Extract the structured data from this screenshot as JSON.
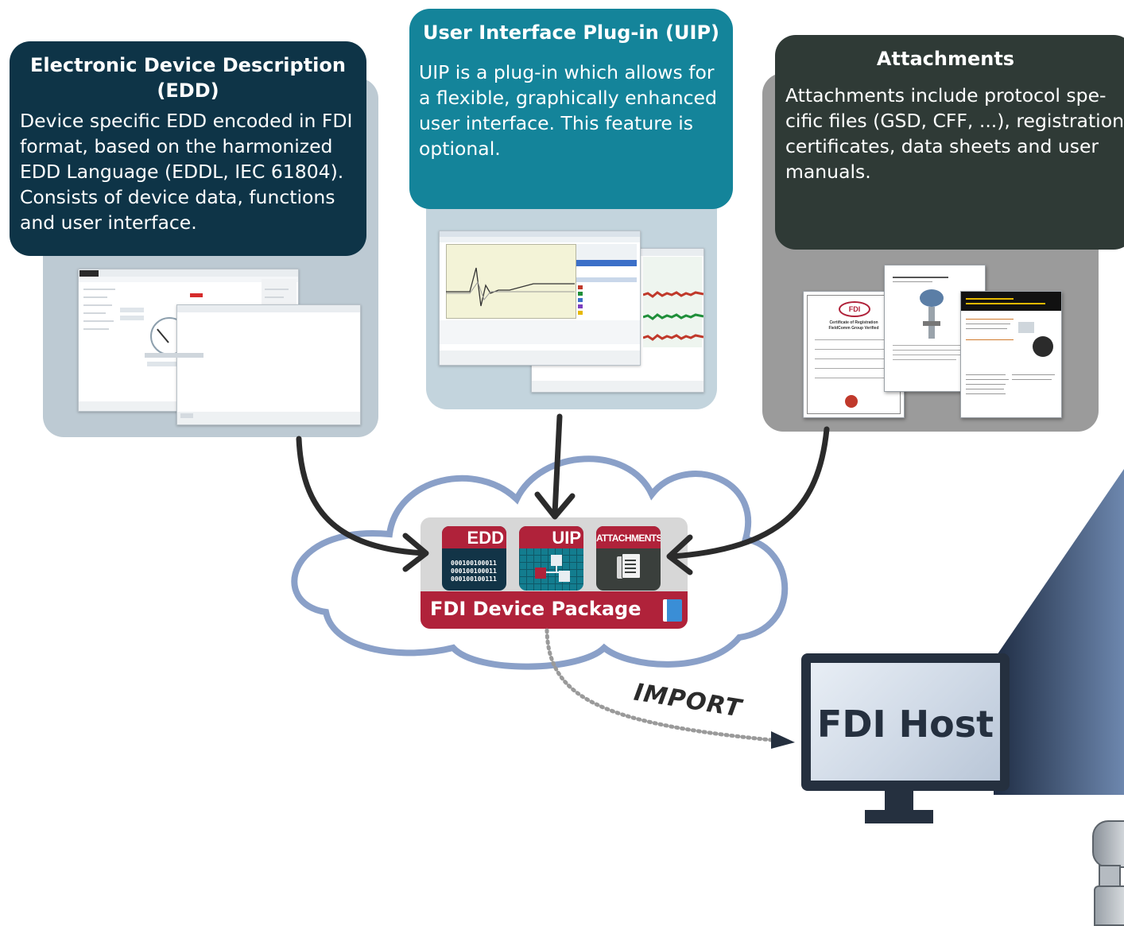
{
  "edd_box": {
    "title": "Electronic Device Description (EDD)",
    "body": "Device specific EDD encoded in FDI format, based on the harmonized EDD Language (EDDL, IEC 61804). Consists of device data, functions and user interface."
  },
  "uip_box": {
    "title": "User Interface Plug-in (UIP)",
    "body": "UIP is a plug-in which allows for a flexible, graphically enhanced user interface. This feature is optional."
  },
  "attachments_box": {
    "title": "Attachments",
    "body": "Attachments include protocol spe-cific files (GSD, CFF, ...), registration certificates, data sheets and user manuals."
  },
  "package": {
    "label": "FDI Device Package",
    "edd_tile": "EDD",
    "edd_bits": [
      "000100100011",
      "000100100011",
      "000100100111"
    ],
    "uip_tile": "UIP",
    "attachments_tile": "ATTACHMENTS"
  },
  "certificate": {
    "logo": "FDI",
    "line1": "Certificate of Registration",
    "line2": "FieldComm Group Verified"
  },
  "import_label": "IMPORT",
  "host_label": "FDI Host",
  "colors": {
    "edd_header": "#0e3447",
    "uip_header": "#14849a",
    "attachments_header": "#2f3a36",
    "panel_edd": "#bdcad3",
    "panel_uip": "#c3d4dd",
    "panel_attachments": "#9b9b9b",
    "package_red": "#b0223a",
    "cloud_stroke": "#8aa0c8",
    "monitor_frame": "#25303f"
  }
}
